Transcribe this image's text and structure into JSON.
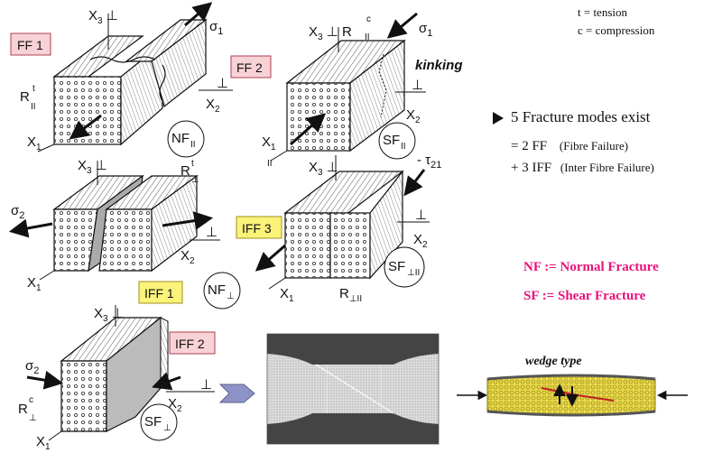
{
  "legend": {
    "t": "t = tension",
    "c": "c = compression"
  },
  "summary": {
    "headline": "5 Fracture modes exist",
    "ff_line": "=  2 FF",
    "ff_desc": "(Fibre Failure)",
    "iff_line": "+ 3 IFF",
    "iff_desc": "(Inter Fibre Failure)"
  },
  "definitions": {
    "nf": "NF := Normal Fracture",
    "sf": "SF := Shear Fracture"
  },
  "panels": {
    "ff1": {
      "tag": "FF 1",
      "circle": "NF",
      "circle_sub": "II"
    },
    "ff2": {
      "tag": "FF 2",
      "note": "kinking",
      "circle": "SF",
      "circle_sub": "II"
    },
    "iff1": {
      "tag": "IFF 1",
      "circle": "NF",
      "circle_sub": "⊥"
    },
    "iff3": {
      "tag": "IFF 3",
      "circle": "SF",
      "circle_sub": "⊥II"
    },
    "iff2": {
      "tag": "IFF 2",
      "circle": "SF",
      "circle_sub": "⊥"
    }
  },
  "wedge": {
    "caption": "wedge type"
  },
  "colors": {
    "pink_tag": "#f7d2d6",
    "yellow_tag": "#fbf27a",
    "magenta_text": "#e8127a",
    "arrow_tab": "#8d93c7",
    "wedge_fill": "#e8d84a"
  }
}
